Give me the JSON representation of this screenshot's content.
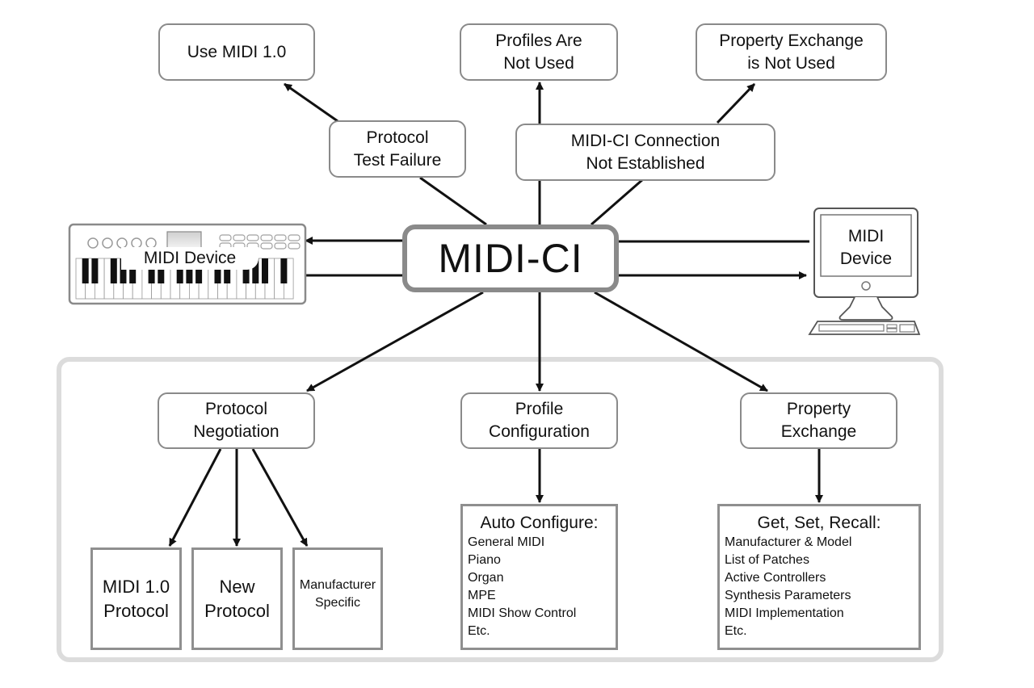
{
  "center": {
    "label": "MIDI-CI"
  },
  "top_nodes": {
    "use_midi1": "Use MIDI 1.0",
    "profiles_not_used": [
      "Profiles Are",
      "Not Used"
    ],
    "pe_not_used": [
      "Property Exchange",
      "is Not Used"
    ],
    "protocol_test_failure": [
      "Protocol",
      "Test Failure"
    ],
    "connection_not_established": [
      "MIDI-CI Connection",
      "Not Established"
    ]
  },
  "devices": {
    "left": {
      "label": "MIDI Device",
      "type": "keyboard"
    },
    "right": {
      "label": [
        "MIDI",
        "Device"
      ],
      "type": "computer"
    }
  },
  "categories": {
    "protocol_negotiation": [
      "Protocol",
      "Negotiation"
    ],
    "profile_configuration": [
      "Profile",
      "Configuration"
    ],
    "property_exchange": [
      "Property",
      "Exchange"
    ]
  },
  "protocol_options": [
    {
      "lines": [
        "MIDI 1.0",
        "Protocol"
      ]
    },
    {
      "lines": [
        "New",
        "Protocol"
      ]
    },
    {
      "lines": [
        "Manufacturer",
        "Specific"
      ]
    }
  ],
  "auto_configure": {
    "title": "Auto Configure:",
    "items": [
      "General MIDI",
      "Piano",
      "Organ",
      "MPE",
      "MIDI Show Control",
      "Etc."
    ]
  },
  "get_set_recall": {
    "title": "Get, Set, Recall:",
    "items": [
      "Manufacturer & Model",
      "List of Patches",
      "Active Controllers",
      "Synthesis Parameters",
      "MIDI Implementation",
      "Etc."
    ]
  },
  "colors": {
    "stroke": "#111111",
    "box_border": "#8a8a8a",
    "group_border": "#dcdcdc"
  }
}
